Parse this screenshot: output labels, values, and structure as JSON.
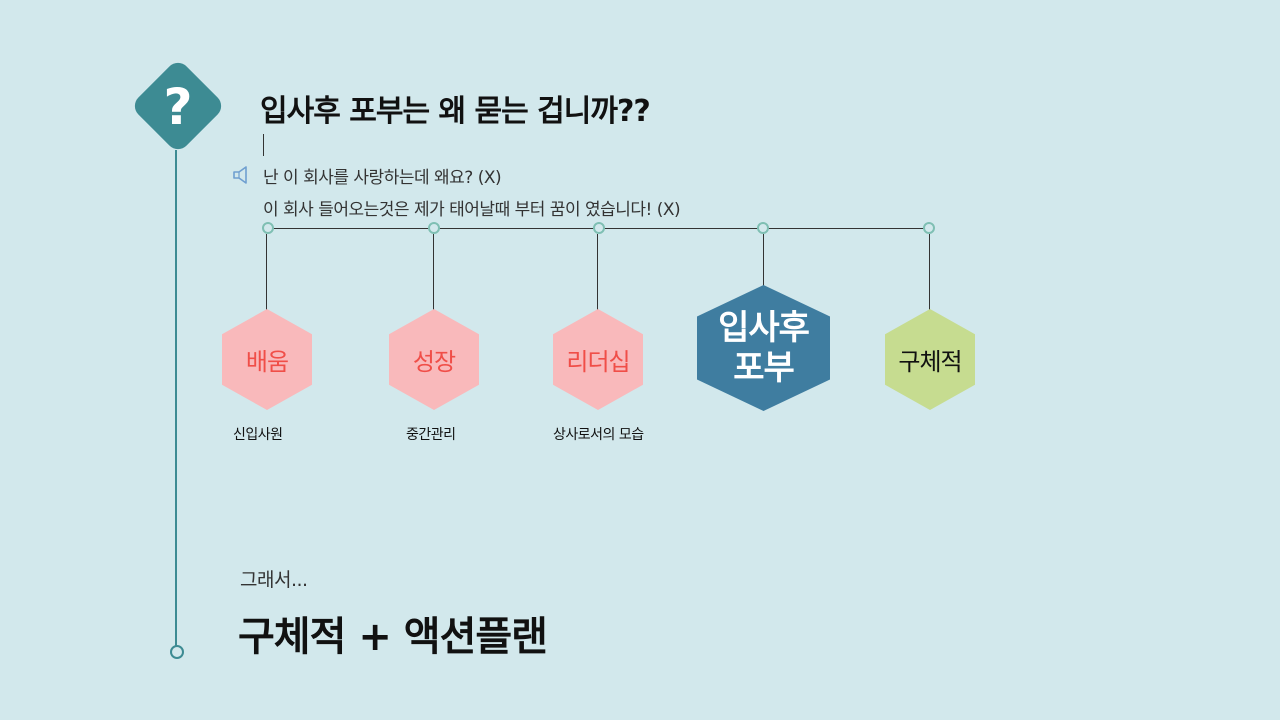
{
  "header": {
    "title": "입사후 포부는 왜 묻는 겁니까??"
  },
  "icons": {
    "badge": "question-mark-icon",
    "speaker": "speaker-icon"
  },
  "examples": {
    "line1": "난 이 회사를 사랑하는데 왜요? (X)",
    "line2": "이 회사 들어오는것은 제가 태어날때 부터 꿈이 였습니다! (X)"
  },
  "hexagons": [
    {
      "label": "배움",
      "caption": "신입사원",
      "color": "#f9b9bb"
    },
    {
      "label": "성장",
      "caption": "중간관리",
      "color": "#f9b9bb"
    },
    {
      "label": "리더십",
      "caption": "상사로서의 모습",
      "color": "#f9b9bb"
    },
    {
      "label_line1": "입사후",
      "label_line2": "포부",
      "color": "#3f7da0"
    },
    {
      "label": "구체적",
      "color": "#c6dc90"
    }
  ],
  "conclusion": {
    "so": "그래서...",
    "main": "구체적 + 액션플랜"
  },
  "colors": {
    "background": "#d2e8ec",
    "accent": "#3d8b93",
    "pink_text": "#f04e48"
  }
}
